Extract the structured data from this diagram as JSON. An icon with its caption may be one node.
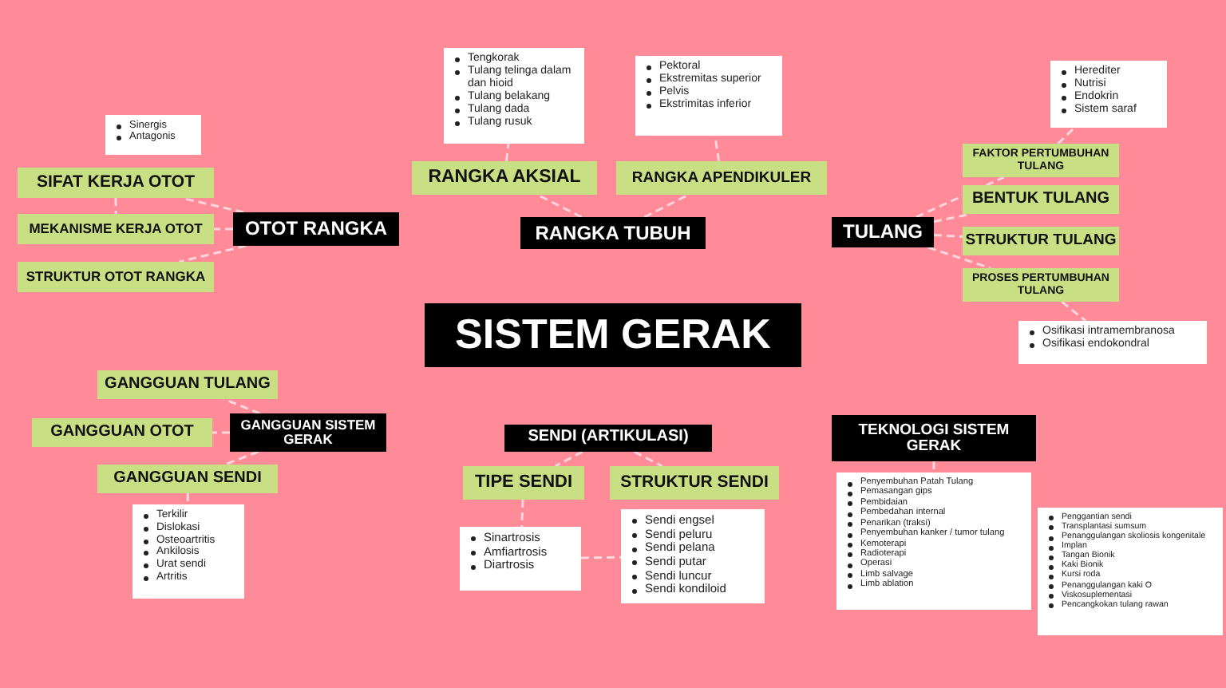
{
  "diagram": {
    "nodes": [
      {
        "text": [
          "SISTEM GERAK"
        ]
      },
      {
        "text": [
          "OTOT RANGKA"
        ]
      },
      {
        "text": [
          "SIFAT KERJA OTOT"
        ]
      },
      {
        "text": [
          "MEKANISME KERJA OTOT"
        ]
      },
      {
        "text": [
          "STRUKTUR OTOT RANGKA"
        ]
      },
      {
        "text": [
          "Sinergis",
          "Antagonis"
        ]
      },
      {
        "text": [
          "RANGKA TUBUH"
        ]
      },
      {
        "text": [
          "RANGKA AKSIAL"
        ]
      },
      {
        "text": [
          "RANGKA APENDIKULER"
        ]
      },
      {
        "text": [
          "Tengkorak",
          "Tulang telinga dalam dan hioid",
          "Tulang belakang",
          "Tulang dada",
          "Tulang rusuk"
        ]
      },
      {
        "text": [
          "Pektoral",
          "Ekstremitas superior",
          "Pelvis",
          "Ekstrimitas inferior"
        ]
      },
      {
        "text": [
          "TULANG"
        ]
      },
      {
        "text": [
          "FAKTOR PERTUMBUHAN TULANG"
        ]
      },
      {
        "text": [
          "BENTUK TULANG"
        ]
      },
      {
        "text": [
          "STRUKTUR TULANG"
        ]
      },
      {
        "text": [
          "PROSES PERTUMBUHAN TULANG"
        ]
      },
      {
        "text": [
          "Herediter",
          "Nutrisi",
          "Endokrin",
          "Sistem saraf"
        ]
      },
      {
        "text": [
          "Osifikasi intramembranosa",
          "Osifikasi endokondral"
        ]
      },
      {
        "text": [
          "GANGGUAN SISTEM GERAK"
        ]
      },
      {
        "text": [
          "GANGGUAN TULANG"
        ]
      },
      {
        "text": [
          "GANGGUAN OTOT"
        ]
      },
      {
        "text": [
          "GANGGUAN SENDI"
        ]
      },
      {
        "text": [
          "Terkilir",
          "Dislokasi",
          "Osteoartritis",
          "Ankilosis",
          "Urat sendi",
          "Artritis"
        ]
      },
      {
        "text": [
          "SENDI (ARTIKULASI)"
        ]
      },
      {
        "text": [
          "TIPE SENDI"
        ]
      },
      {
        "text": [
          "STRUKTUR SENDI"
        ]
      },
      {
        "text": [
          "Sinartrosis",
          "Amfiartrosis",
          "Diartrosis"
        ]
      },
      {
        "text": [
          "Sendi engsel",
          "Sendi peluru",
          "Sendi pelana",
          "Sendi putar",
          "Sendi luncur",
          "Sendi kondiloid"
        ]
      },
      {
        "text": [
          "TEKNOLOGI SISTEM GERAK"
        ]
      },
      {
        "text": [
          "Penyembuhan Patah Tulang",
          "Pemasangan gips",
          "Pembidaian",
          "Pembedahan internal",
          "Penarikan (traksi)",
          "Penyembuhan kanker / tumor tulang",
          "Kemoterapi",
          "Radioterapi",
          "Operasi",
          "Limb salvage",
          "Limb ablation"
        ]
      },
      {
        "text": [
          "Penggantian sendi",
          "Transplantasi sumsum",
          "Penanggulangan skoliosis kongenitale",
          "Implan",
          "Tangan Bionik",
          "Kaki Bionik",
          "Kursi roda",
          "Penanggulangan kaki O",
          "Viskosuplementasi",
          "Pencangkokan tulang rawan"
        ]
      }
    ],
    "edges": [
      {
        "from": 1,
        "to": 2,
        "arrow": "none",
        "style": "dashed"
      },
      {
        "from": 1,
        "to": 3,
        "arrow": "none",
        "style": "dashed"
      },
      {
        "from": 1,
        "to": 4,
        "arrow": "none",
        "style": "dashed"
      },
      {
        "from": 2,
        "to": 3,
        "arrow": "none",
        "style": "dashed"
      },
      {
        "from": 6,
        "to": 7,
        "arrow": "none",
        "style": "dashed"
      },
      {
        "from": 6,
        "to": 8,
        "arrow": "none",
        "style": "dashed"
      },
      {
        "from": 7,
        "to": 9,
        "arrow": "none",
        "style": "dashed"
      },
      {
        "from": 8,
        "to": 10,
        "arrow": "none",
        "style": "dashed"
      },
      {
        "from": 11,
        "to": 12,
        "arrow": "none",
        "style": "dashed"
      },
      {
        "from": 11,
        "to": 13,
        "arrow": "none",
        "style": "dashed"
      },
      {
        "from": 11,
        "to": 14,
        "arrow": "none",
        "style": "dashed"
      },
      {
        "from": 11,
        "to": 15,
        "arrow": "none",
        "style": "dashed"
      },
      {
        "from": 12,
        "to": 16,
        "arrow": "none",
        "style": "dashed"
      },
      {
        "from": 15,
        "to": 17,
        "arrow": "none",
        "style": "dashed"
      },
      {
        "from": 18,
        "to": 19,
        "arrow": "none",
        "style": "dashed"
      },
      {
        "from": 18,
        "to": 20,
        "arrow": "none",
        "style": "dashed"
      },
      {
        "from": 18,
        "to": 21,
        "arrow": "none",
        "style": "dashed"
      },
      {
        "from": 21,
        "to": 22,
        "arrow": "none",
        "style": "dashed"
      },
      {
        "from": 23,
        "to": 24,
        "arrow": "none",
        "style": "dashed"
      },
      {
        "from": 23,
        "to": 25,
        "arrow": "none",
        "style": "dashed"
      },
      {
        "from": 24,
        "to": 26,
        "arrow": "none",
        "style": "dashed"
      },
      {
        "from": 26,
        "to": 27,
        "arrow": "none",
        "style": "dashed"
      },
      {
        "from": 28,
        "to": 29,
        "arrow": "none",
        "style": "dashed"
      }
    ]
  }
}
